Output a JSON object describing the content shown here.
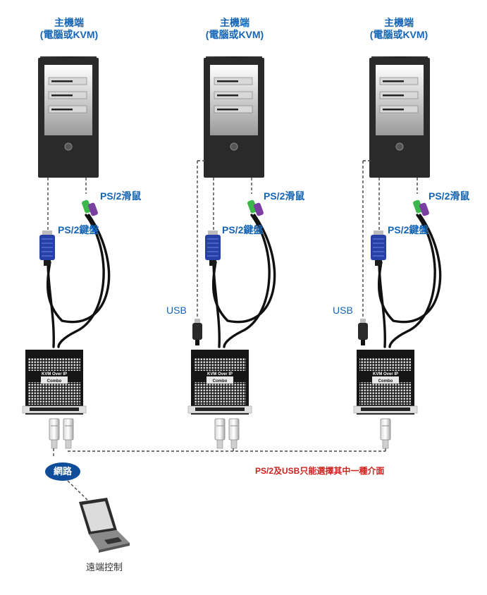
{
  "hosts": [
    {
      "title_line1": "主機端",
      "title_line2": "(電腦或KVM)",
      "mouse_label": "PS/2滑鼠",
      "keyboard_label": "PS/2鍵盤",
      "usb_label": ""
    },
    {
      "title_line1": "主機端",
      "title_line2": "(電腦或KVM)",
      "mouse_label": "PS/2滑鼠",
      "keyboard_label": "PS/2鍵盤",
      "usb_label": "USB"
    },
    {
      "title_line1": "主機端",
      "title_line2": "(電腦或KVM)",
      "mouse_label": "PS/2滑鼠",
      "keyboard_label": "PS/2鍵盤",
      "usb_label": "USB"
    }
  ],
  "device_label": "KVM Over IP",
  "device_sublabel": "Combo",
  "network_label": "網路",
  "remote_label": "遠端控制",
  "note": "PS/2及USB只能選擇其中一種介面",
  "colors": {
    "accent": "#1565b6",
    "note": "#d0201c",
    "network_pill": "#0f4c9a",
    "tower": "#2a2a2a",
    "vga_plug": "#2740a8",
    "ps2_mouse": "#3cb84a",
    "ps2_keyboard": "#7a3fa0"
  }
}
